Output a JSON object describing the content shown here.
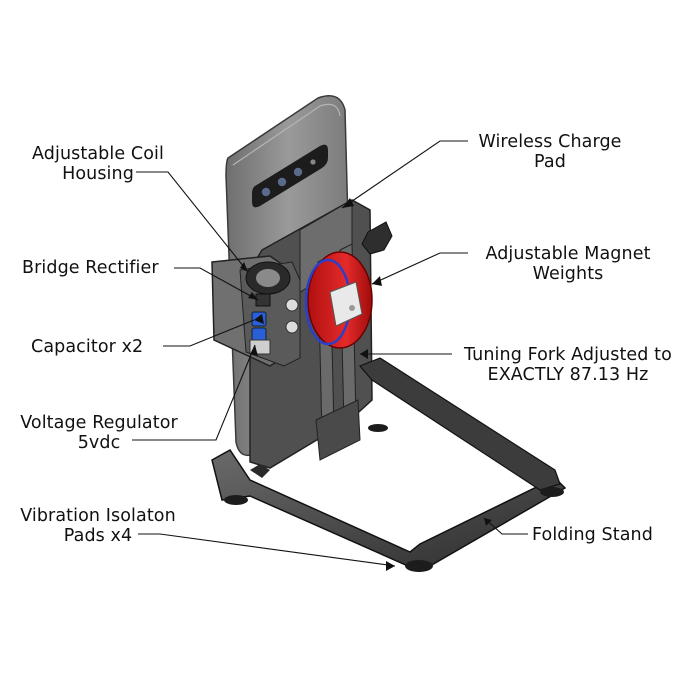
{
  "labels": {
    "coil_housing": [
      "Adjustable Coil",
      "Housing"
    ],
    "wireless_pad": [
      "Wireless Charge",
      "Pad"
    ],
    "bridge_rectifier": [
      "Bridge Rectifier"
    ],
    "magnet_weights": [
      "Adjustable Magnet",
      "Weights"
    ],
    "capacitor": [
      "Capacitor x2"
    ],
    "tuning_fork": [
      "Tuning Fork Adjusted to",
      "EXACTLY 87.13 Hz"
    ],
    "voltage_regulator": [
      "Voltage Regulator",
      "5vdc"
    ],
    "isolation_pads": [
      "Vibration Isolaton",
      "Pads x4"
    ],
    "folding_stand": [
      "Folding Stand"
    ]
  },
  "colors": {
    "magnet_red": "#d81e1e",
    "capacitor_blue": "#2b5fd9",
    "phone_gray": "#8c8c8c",
    "frame_dark": "#3a3a3a"
  }
}
